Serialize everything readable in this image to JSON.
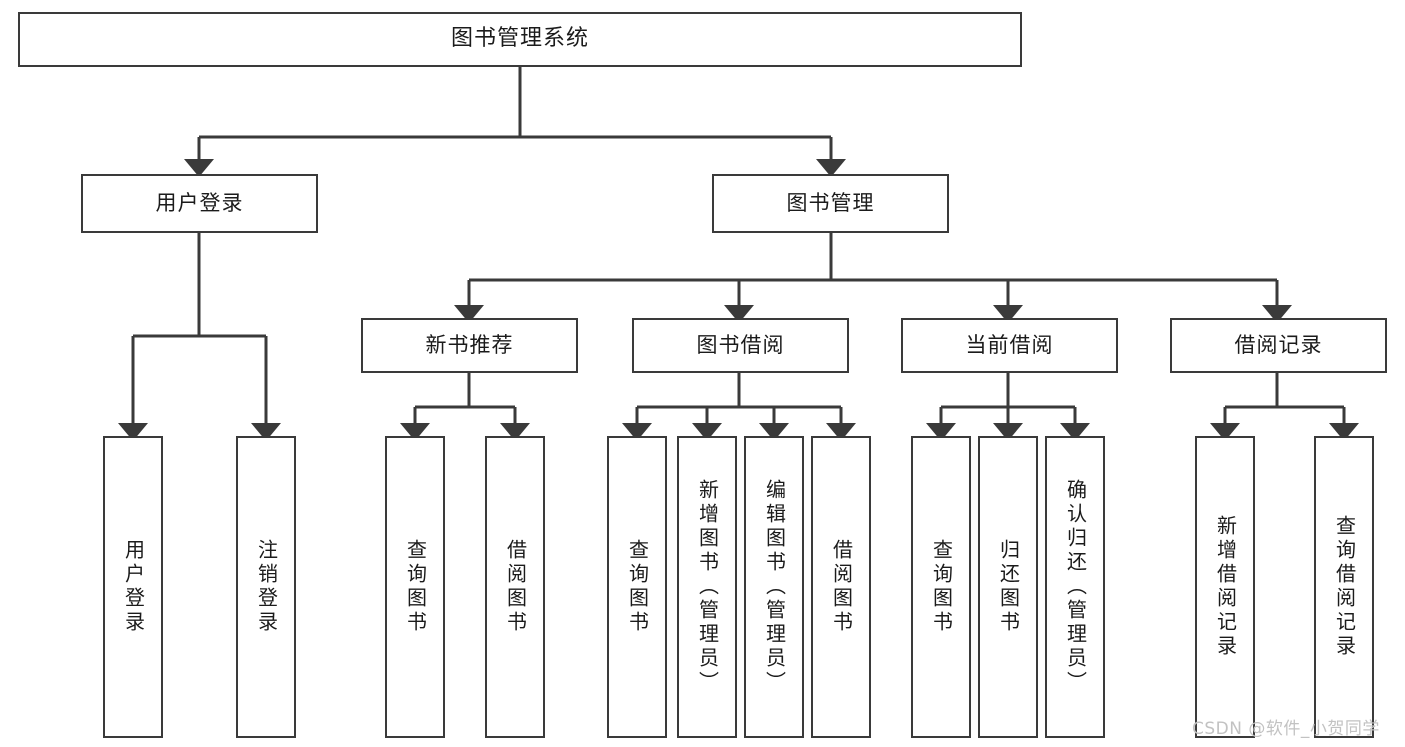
{
  "diagram": {
    "title": "图书管理系统",
    "type": "tree-hierarchy",
    "watermark": "CSDN @软件_小贺同学",
    "line_color": "#3a3a3a",
    "box_fill": "#ffffff",
    "text_color": "#1b1b1b"
  },
  "nodes": {
    "root": {
      "label": "图书管理系统"
    },
    "level2": [
      {
        "label": "用户登录"
      },
      {
        "label": "图书管理"
      }
    ],
    "level3": [
      {
        "label": "新书推荐"
      },
      {
        "label": "图书借阅"
      },
      {
        "label": "当前借阅"
      },
      {
        "label": "借阅记录"
      }
    ],
    "leaves": {
      "user_login": [
        {
          "label": "用户登录"
        },
        {
          "label": "注销登录"
        }
      ],
      "new_book_recommend": [
        {
          "label": "查询图书"
        },
        {
          "label": "借阅图书"
        }
      ],
      "book_borrow": [
        {
          "label": "查询图书"
        },
        {
          "label": "新增图书（管理员）"
        },
        {
          "label": "编辑图书（管理员）"
        },
        {
          "label": "借阅图书"
        }
      ],
      "current_borrow": [
        {
          "label": "查询图书"
        },
        {
          "label": "归还图书"
        },
        {
          "label": "确认归还（管理员）"
        }
      ],
      "borrow_record": [
        {
          "label": "新增借阅记录"
        },
        {
          "label": "查询借阅记录"
        }
      ]
    }
  }
}
